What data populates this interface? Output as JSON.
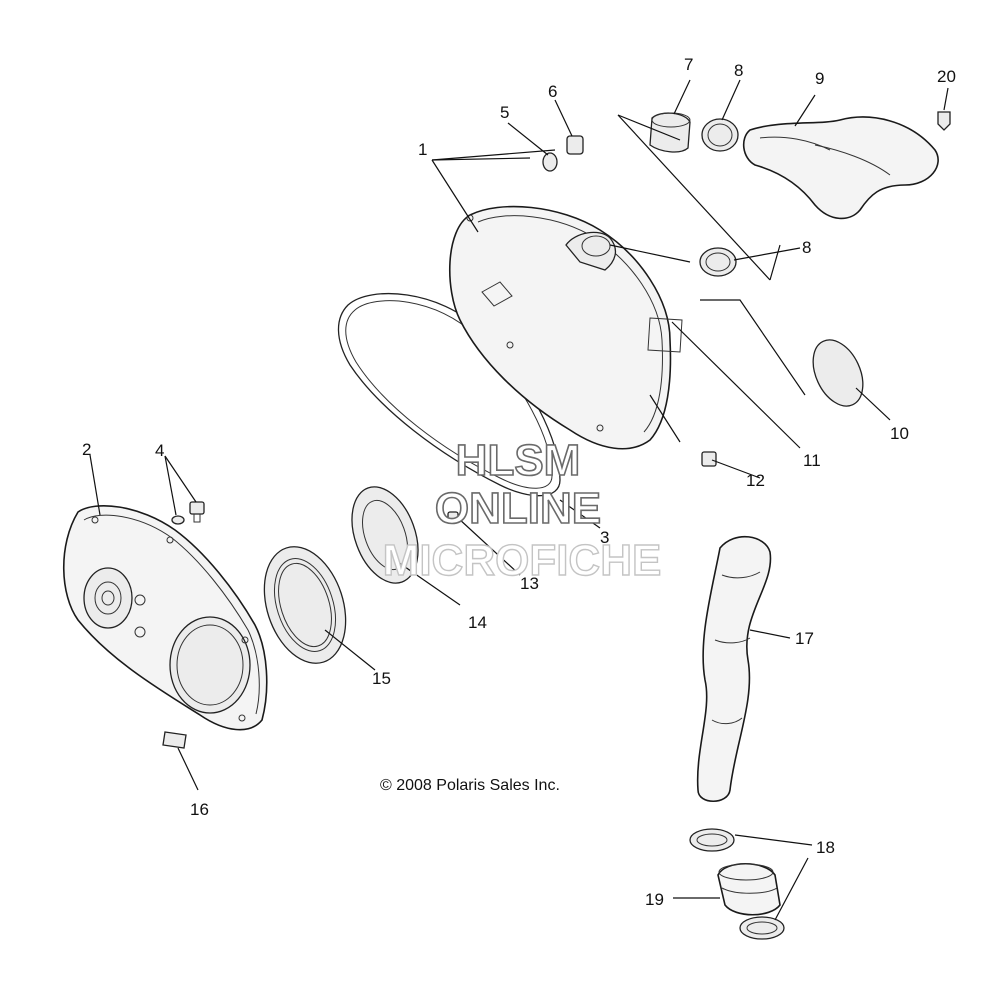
{
  "diagram": {
    "copyright": "© 2008 Polaris Sales Inc.",
    "watermark": [
      "HLSM",
      "ONLINE",
      "MICROFICHE"
    ],
    "callouts": [
      {
        "id": "1",
        "text": "1"
      },
      {
        "id": "2",
        "text": "2"
      },
      {
        "id": "3",
        "text": "3"
      },
      {
        "id": "4",
        "text": "4"
      },
      {
        "id": "5",
        "text": "5"
      },
      {
        "id": "6",
        "text": "6"
      },
      {
        "id": "7",
        "text": "7"
      },
      {
        "id": "8a",
        "text": "8"
      },
      {
        "id": "8b",
        "text": "8"
      },
      {
        "id": "9",
        "text": "9"
      },
      {
        "id": "10",
        "text": "10"
      },
      {
        "id": "11",
        "text": "11"
      },
      {
        "id": "12",
        "text": "12"
      },
      {
        "id": "13",
        "text": "13"
      },
      {
        "id": "14",
        "text": "14"
      },
      {
        "id": "15",
        "text": "15"
      },
      {
        "id": "16",
        "text": "16"
      },
      {
        "id": "17",
        "text": "17"
      },
      {
        "id": "18",
        "text": "18"
      },
      {
        "id": "19",
        "text": "19"
      },
      {
        "id": "20",
        "text": "20"
      }
    ]
  }
}
